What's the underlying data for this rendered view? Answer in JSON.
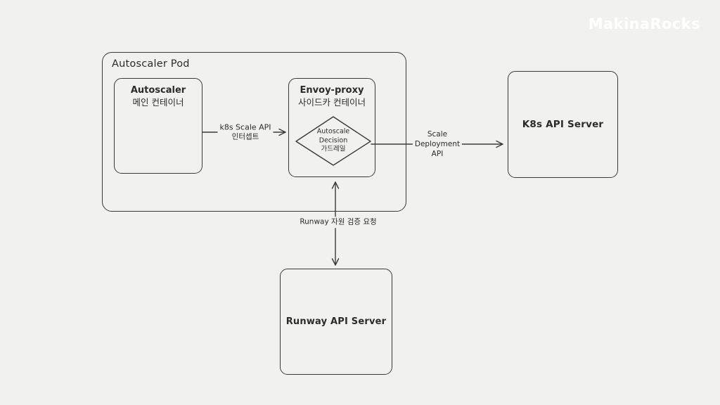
{
  "logo": {
    "text": "MakinaRocks"
  },
  "diagram": {
    "pod": {
      "label": "Autoscaler Pod"
    },
    "autoscaler_box": {
      "title": "Autoscaler",
      "subtitle": "메인 컨테이너"
    },
    "envoy_box": {
      "title": "Envoy-proxy",
      "subtitle": "사이드카 컨테이너"
    },
    "guardrail_diamond": {
      "line1": "Autoscale",
      "line2": "Decision",
      "line3": "가드레일"
    },
    "k8s_box": {
      "title": "K8s API Server"
    },
    "runway_box": {
      "title": "Runway API Server"
    },
    "edges": {
      "intercept": {
        "line1": "k8s Scale API",
        "line2": "인터셉트"
      },
      "scale_deployment": {
        "line1": "Scale",
        "line2": "Deployment",
        "line3": "API"
      },
      "runway_check": {
        "label": "Runway 자원 검증 요청"
      }
    }
  },
  "colors": {
    "background": "#f1f1ef",
    "stroke": "#3a3a3a",
    "logo_text": "#ffffff"
  }
}
